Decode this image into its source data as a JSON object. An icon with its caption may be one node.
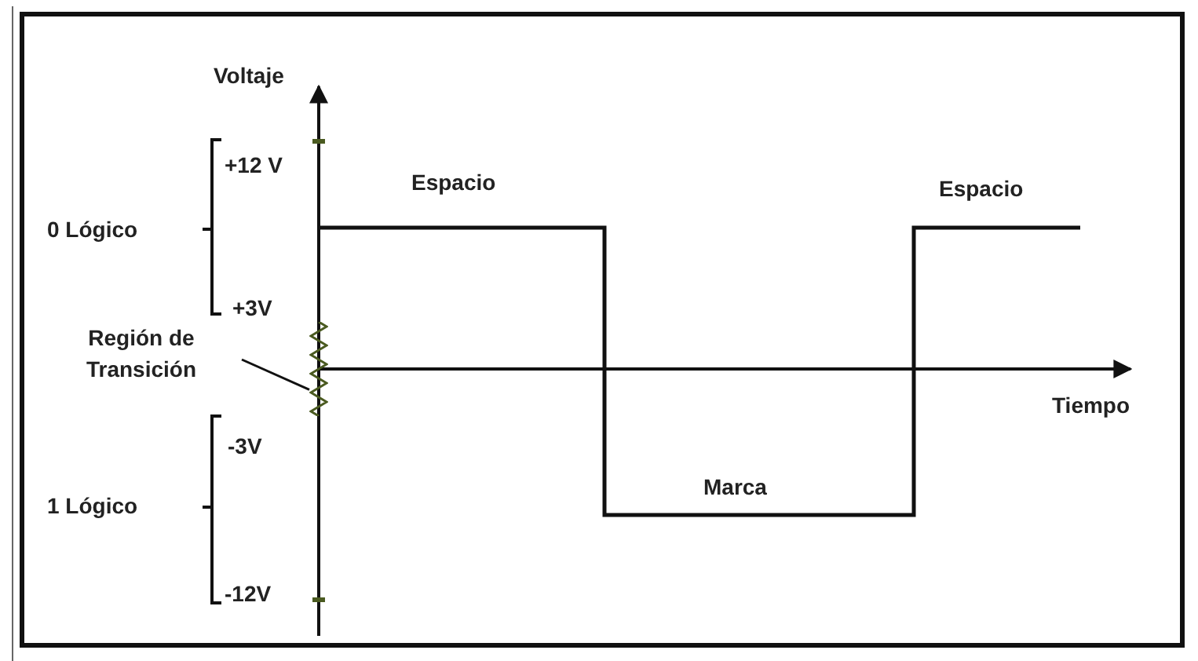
{
  "diagram": {
    "nodes": [
      {
        "text": [
          "Región de Transición"
        ]
      },
      {
        "text": [],
        "shape": "bar"
      }
    ],
    "edges": [
      {
        "from": 0,
        "to": 1,
        "arrow": "none"
      }
    ],
    "labels": [
      "Voltaje",
      "+12 V",
      "0 Lógico",
      "+3V",
      "Espacio",
      "Espacio",
      "-3V",
      "1 Lógico",
      "Tiempo",
      "Marca",
      "-12V"
    ]
  }
}
